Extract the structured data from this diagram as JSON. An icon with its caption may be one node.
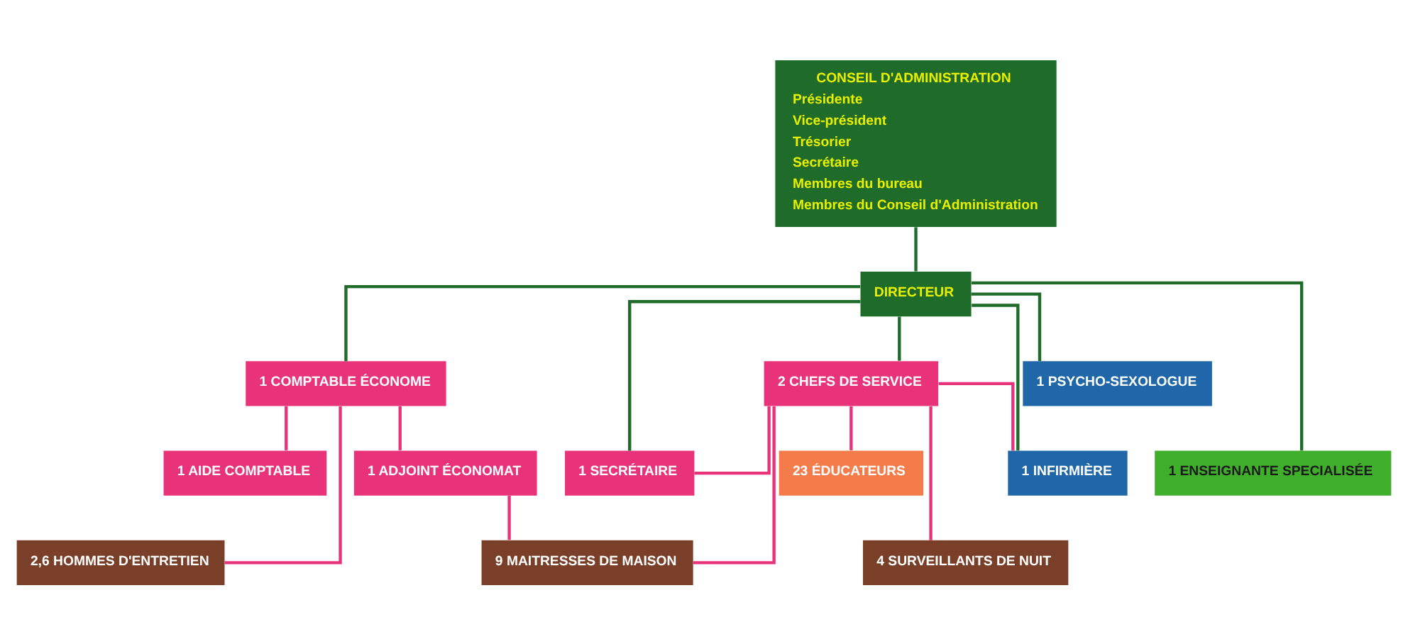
{
  "diagram": {
    "nodes": [
      {
        "text": [
          "CONSEIL D'ADMINISTRATION",
          "Présidente",
          "Vice-président",
          "Trésorier",
          "Secrétaire",
          "Membres du bureau",
          "Membres du Conseil d'Administration"
        ]
      },
      {
        "text": [
          "DIRECTEUR"
        ]
      },
      {
        "text": [
          "1 COMPTABLE ÉCONOME"
        ]
      },
      {
        "text": [
          "2 CHEFS DE SERVICE"
        ]
      },
      {
        "text": [
          "1 PSYCHO-SEXOLOGUE"
        ]
      },
      {
        "text": [
          "1 AIDE COMPTABLE"
        ]
      },
      {
        "text": [
          "1 ADJOINT ÉCONOMAT"
        ]
      },
      {
        "text": [
          "1 SECRÉTAIRE"
        ]
      },
      {
        "text": [
          "23 ÉDUCATEURS"
        ]
      },
      {
        "text": [
          "1 INFIRMIÈRE"
        ]
      },
      {
        "text": [
          "1 ENSEIGNANTE SPECIALISÉE"
        ]
      },
      {
        "text": [
          "2,6 HOMMES D'ENTRETIEN"
        ]
      },
      {
        "text": [
          "9 MAITRESSES DE MAISON"
        ]
      },
      {
        "text": [
          "4 SURVEILLANTS DE NUIT"
        ]
      }
    ],
    "edges": [
      {
        "from": 0,
        "to": 1,
        "arrow": "none",
        "color": "#1e6b2a"
      },
      {
        "from": 1,
        "to": 2,
        "arrow": "none",
        "color": "#1e6b2a"
      },
      {
        "from": 1,
        "to": 7,
        "arrow": "none",
        "color": "#1e6b2a"
      },
      {
        "from": 1,
        "to": 3,
        "arrow": "none",
        "color": "#1e6b2a"
      },
      {
        "from": 1,
        "to": 9,
        "arrow": "none",
        "color": "#1e6b2a"
      },
      {
        "from": 1,
        "to": 10,
        "arrow": "none",
        "color": "#1e6b2a"
      },
      {
        "from": 1,
        "to": 4,
        "arrow": "none",
        "color": "#1e6b2a"
      },
      {
        "from": 2,
        "to": 5,
        "arrow": "none"
      },
      {
        "from": 2,
        "to": 6,
        "arrow": "none"
      },
      {
        "from": 2,
        "to": 11,
        "arrow": "none"
      },
      {
        "from": 6,
        "to": 12,
        "arrow": "none"
      },
      {
        "from": 3,
        "to": 7,
        "arrow": "none"
      },
      {
        "from": 3,
        "to": 8,
        "arrow": "none"
      },
      {
        "from": 3,
        "to": 12,
        "arrow": "none"
      },
      {
        "from": 3,
        "to": 13,
        "arrow": "none"
      },
      {
        "from": 3,
        "to": 9,
        "arrow": "none"
      }
    ]
  }
}
